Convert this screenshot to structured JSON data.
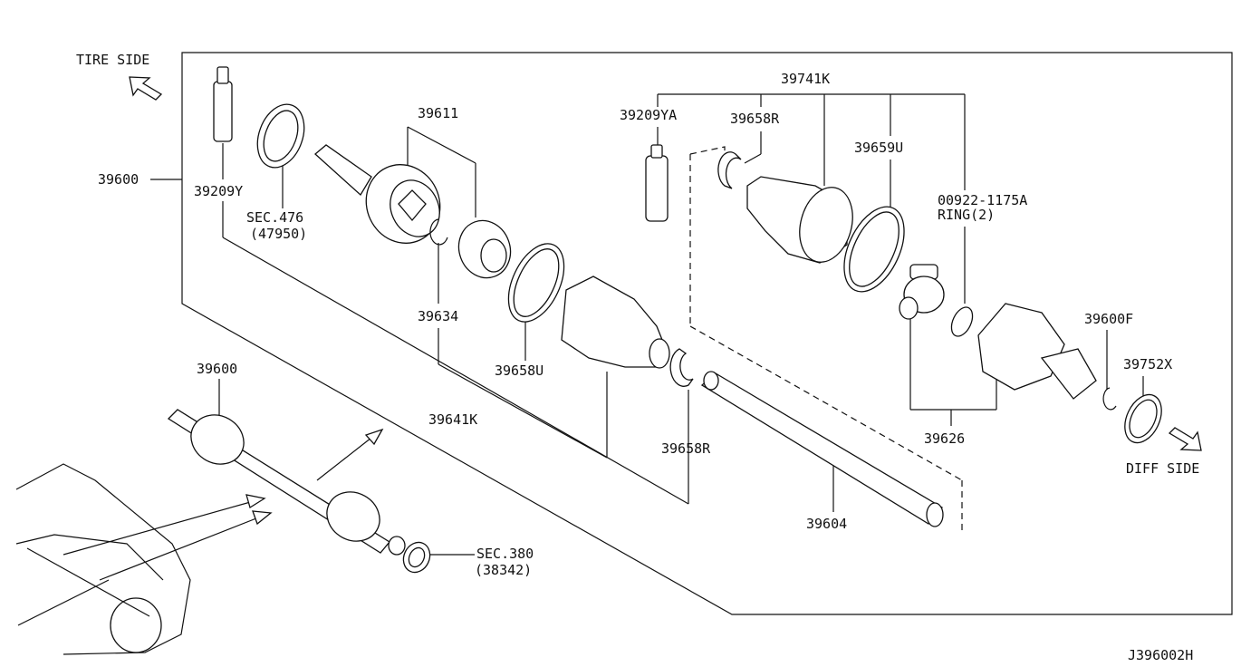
{
  "labels": {
    "tire_side": "TIRE SIDE",
    "diff_side": "DIFF SIDE",
    "p39600_main": "39600",
    "p39209Y": "39209Y",
    "sec476": "SEC.476",
    "sec476_ref": "(47950)",
    "p39611": "39611",
    "p39634": "39634",
    "p39641K": "39641K",
    "p39658U": "39658U",
    "p39209YA": "39209YA",
    "p39741K": "39741K",
    "p39658R_top": "39658R",
    "p39659U": "39659U",
    "p00922": "00922-1175A",
    "ring": "RING(2)",
    "p39600F": "39600F",
    "p39752X": "39752X",
    "p39626": "39626",
    "p39658R_bottom": "39658R",
    "p39604": "39604",
    "p39600_inset": "39600",
    "sec380": "SEC.380",
    "sec380_ref": "(38342)",
    "diagram_code": "J396002H"
  }
}
